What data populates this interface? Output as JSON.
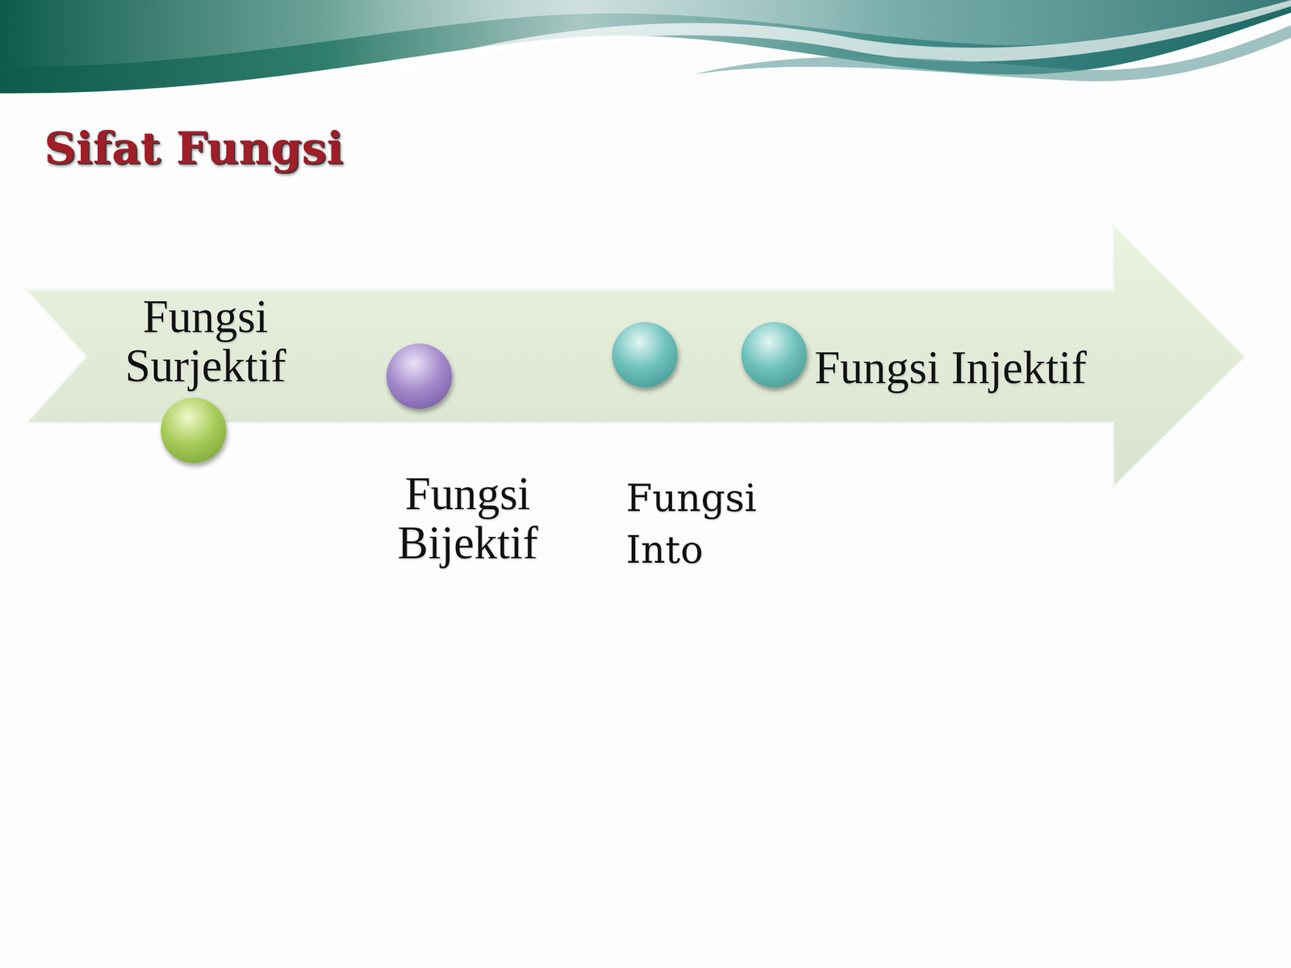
{
  "diagram": {
    "title": "Sifat Fungsi",
    "nodes": [
      {
        "text": [
          "Fungsi Surjektif"
        ]
      },
      {
        "text": [
          "Fungsi Bijektif"
        ]
      },
      {
        "text": [
          "Fungsi Into"
        ]
      },
      {
        "text": [
          "Fungsi Injektif"
        ]
      }
    ]
  }
}
